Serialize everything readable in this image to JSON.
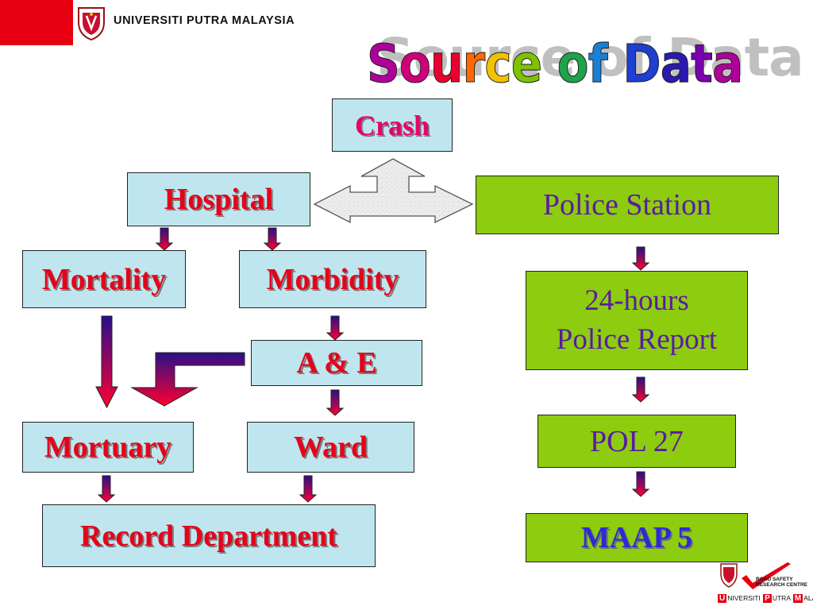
{
  "header": {
    "university": "UNIVERSITI PUTRA MALAYSIA"
  },
  "title": "Source of Data",
  "boxes": {
    "crash": "Crash",
    "hospital": "Hospital",
    "police_station": "Police Station",
    "mortality": "Mortality",
    "morbidity": "Morbidity",
    "ae": "A & E",
    "mortuary": "Mortuary",
    "ward": "Ward",
    "record_department": "Record Department",
    "police_report_line1": "24-hours",
    "police_report_line2": "Police Report",
    "pol27": "POL 27",
    "maap5": "MAAP 5"
  },
  "footer": {
    "logo_caption": [
      "NIVERSITI",
      "UTRA",
      "ALAYSIA"
    ],
    "logo_letters": [
      "U",
      "P",
      "M"
    ],
    "rsrc_line1": "ROAD SAFETY",
    "rsrc_line2": "RESEARCH CENTRE"
  },
  "colors": {
    "cyan_box": "#bfe6ee",
    "green_box": "#8dcc0f",
    "red_text": "#e8001a",
    "pink_text": "#e8006e",
    "purple_text": "#5a1aa6",
    "navy_text": "#2b2bd6",
    "arrow_top": "#2a0f8a",
    "arrow_bottom": "#ff0030",
    "brand_red": "#e60012"
  }
}
